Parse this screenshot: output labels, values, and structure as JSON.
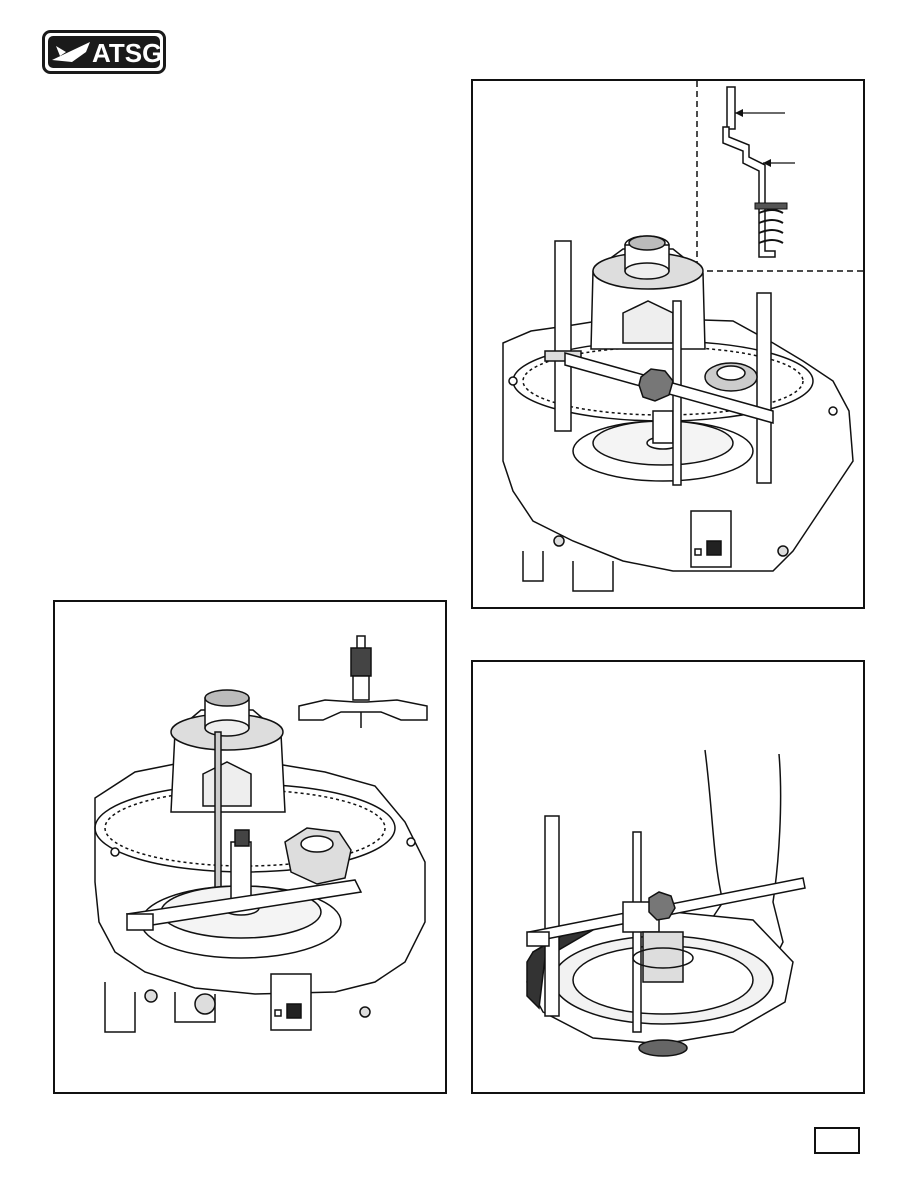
{
  "logo": {
    "text": "ATSG",
    "icon": "jet-icon",
    "colors": {
      "fill": "#1a1a1a",
      "text": "#ffffff"
    }
  },
  "figures": [
    {
      "name": "gauge-bar-clip-assembly-figure"
    },
    {
      "name": "depth-micrometer-measurement-figure"
    },
    {
      "name": "measuring-tool-on-case-figure"
    }
  ],
  "page_number_box": {
    "value": ""
  }
}
